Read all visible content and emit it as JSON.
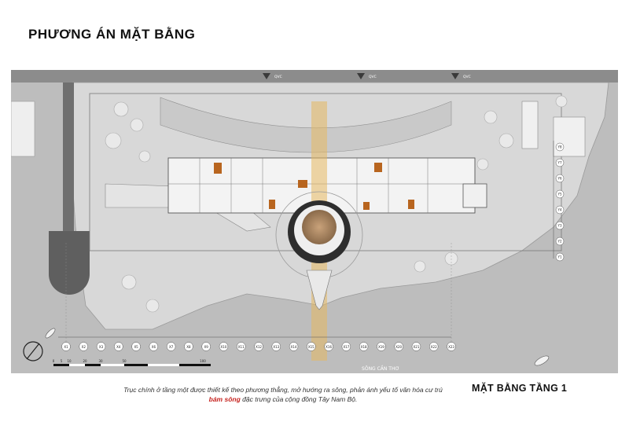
{
  "header": {
    "title": "PHƯƠNG ÁN MẶT BẰNG"
  },
  "footer": {
    "caption_line1": "Trục chính ở tầng một được thiết kế theo phương thẳng, mở hướng ra sông, phản ánh yếu tố văn hóa cư trú",
    "caption_emphasis": "bám sông",
    "caption_line2_rest": " đặc trưng của cộng đồng Tây Nam Bộ.",
    "floor_title": "MẶT BẰNG TẦNG 1"
  },
  "plan": {
    "river_label": "SÔNG CẦN THƠ",
    "grid_x": [
      "X1",
      "X2",
      "X3",
      "X4",
      "X5",
      "X6",
      "X7",
      "X8",
      "X9",
      "X10",
      "X11",
      "X12",
      "X13",
      "X14",
      "X15",
      "X16",
      "X17",
      "X18",
      "X19",
      "X20",
      "X21",
      "X22",
      "X23"
    ],
    "grid_y": [
      "Y8",
      "Y7",
      "Y6",
      "Y5",
      "Y4",
      "Y3",
      "Y2",
      "Y1"
    ],
    "entry_markers": [
      "QVC",
      "QVC",
      "QVC"
    ],
    "scale_labels": [
      "0",
      "5",
      "10",
      "20",
      "30",
      "50",
      "100"
    ],
    "colors": {
      "paper": "#ffffff",
      "water": "#bfbfbf",
      "ground": "#d9d9d9",
      "building": "#f2f2f2",
      "axis": "#e6b860",
      "accent": "#b8651f"
    }
  }
}
